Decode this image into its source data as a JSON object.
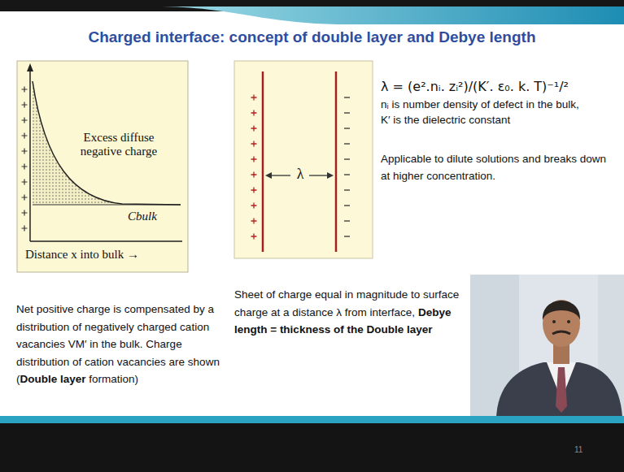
{
  "diagram": {
    "title": "Charged interface: concept of double layer and Debye length",
    "nodes": [
      {
        "text": [
          "Excess diffuse negative charge",
          "Cbulk",
          "Distance x into bulk →"
        ]
      },
      {
        "text": [
          "λ"
        ]
      }
    ],
    "labels": [
      "λ = (e².nᵢ. zᵢ²)/(K′. ε₀. k. T)⁻¹/²",
      "nᵢ is number density of defect in the bulk,",
      "K′ is the dielectric constant",
      "Applicable to dilute solutions and breaks down at higher concentration.",
      "Net positive charge is compensated by a distribution of negatively charged cation vacancies VM′ in the bulk. Charge distribution of cation vacancies are shown (",
      "Double layer",
      "formation)",
      "Sheet of charge equal in magnitude to surface charge at a distance λ from interface,",
      "Debye length = thickness of the Double layer",
      "11"
    ]
  }
}
